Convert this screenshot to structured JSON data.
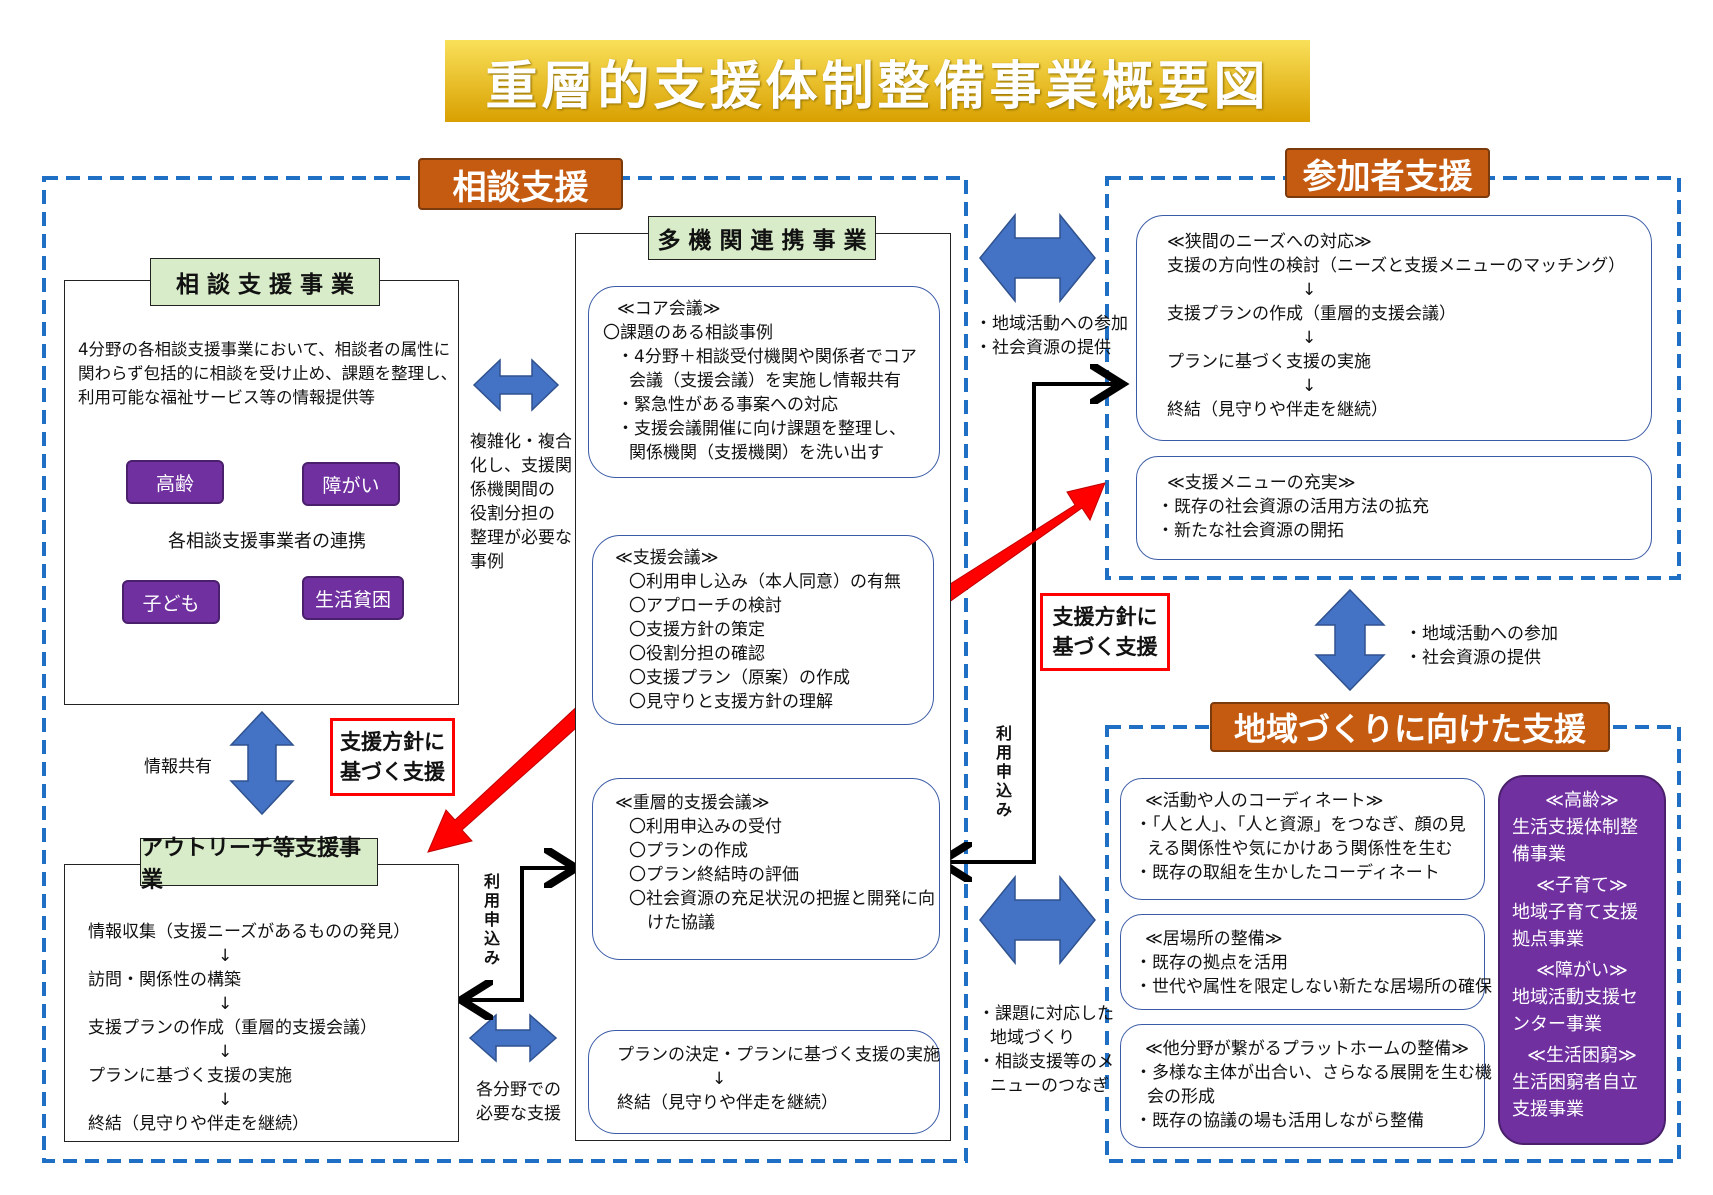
{
  "title": "重層的支援体制整備事業概要図",
  "sections": {
    "soudan": "相談支援",
    "sanka": "参加者支援",
    "chiiki": "地域づくりに向けた支援"
  },
  "soudan_jigyo": {
    "title": "相 談 支 援 事 業",
    "desc": [
      "4分野の各相談支援事業において、相談者の属性に",
      "関わらず包括的に相談を受け止め、課題を整理し、",
      "利用可能な福祉サービス等の情報提供等"
    ],
    "center": "各相談支援事業者の連携",
    "pills": [
      "高齢",
      "障がい",
      "子ども",
      "生活貧困"
    ]
  },
  "outreach": {
    "title": "アウトリーチ等支援事業",
    "steps": [
      "情報収集（支援ニーズがあるものの発見）",
      "↓",
      "訪問・関係性の構築",
      "↓",
      "支援プランの作成（重層的支援会議）",
      "↓",
      "プランに基づく支援の実施",
      "↓",
      "終結（見守りや伴走を継続）"
    ]
  },
  "takikan": {
    "title": "多 機 関 連 携 事 業",
    "core": [
      "≪コア会議≫",
      "〇課題のある相談事例",
      "・4分野＋相談受付機関や関係者でコア",
      "会議（支援会議）を実施し情報共有",
      "・緊急性がある事案への対応",
      "・支援会議開催に向け課題を整理し、",
      "関係機関（支援機関）を洗い出す"
    ],
    "shien_kaigi": [
      "≪支援会議≫",
      "〇利用申し込み（本人同意）の有無",
      "〇アプローチの検討",
      "〇支援方針の策定",
      "〇役割分担の確認",
      "〇支援プラン（原案）の作成",
      "〇見守りと支援方針の理解"
    ],
    "juso_kaigi": [
      "≪重層的支援会議≫",
      "〇利用申込みの受付",
      "〇プランの作成",
      "〇プラン終結時の評価",
      "〇社会資源の充足状況の把握と開発に向",
      "けた協議"
    ],
    "plan": [
      "プランの決定・プランに基づく支援の実施",
      "↓",
      "終結（見守りや伴走を継続）"
    ]
  },
  "sanka_boxes": {
    "niche": [
      "≪狭間のニーズへの対応≫",
      "支援の方向性の検討（ニーズと支援メニューのマッチング）",
      "↓",
      "支援プランの作成（重層的支援会議）",
      "↓",
      "プランに基づく支援の実施",
      "↓",
      "終結（見守りや伴走を継続）"
    ],
    "menu": [
      "≪支援メニューの充実≫",
      "・既存の社会資源の活用方法の拡充",
      "・新たな社会資源の開拓"
    ]
  },
  "chiiki_boxes": {
    "coordinate": [
      "≪活動や人のコーディネート≫",
      "・「人と人」、「人と資源」をつなぎ、顔の見",
      "える関係性や気にかけあう関係性を生む",
      "・既存の取組を生かしたコーディネート"
    ],
    "ibasho": [
      "≪居場所の整備≫",
      "・既存の拠点を活用",
      "・世代や属性を限定しない新たな居場所の確保"
    ],
    "platform": [
      "≪他分野が繋がるプラットホームの整備≫",
      "・多様な主体が出合い、さらなる展開を生む機",
      "会の形成",
      "・既存の協議の場も活用しながら整備"
    ],
    "purple": [
      "≪高齢≫",
      "生活支援体制整",
      "備事業",
      "≪子育て≫",
      "地域子育て支援",
      "拠点事業",
      "≪障がい≫",
      "地域活動支援セ",
      "ンター事業",
      "≪生活困窮≫",
      "生活困窮者自立",
      "支援事業"
    ]
  },
  "labels": {
    "fukuzatsu": [
      "複雑化・複合",
      "化し、支援関",
      "係機関間の",
      "役割分担の",
      "整理が必要な",
      "事例"
    ],
    "joho_kyoyu": "情報共有",
    "riyo_left": [
      "利",
      "用",
      "申",
      "込",
      "み"
    ],
    "riyo_right": [
      "利",
      "用",
      "申",
      "込",
      "み"
    ],
    "kakubunya": [
      "各分野での",
      "必要な支援"
    ],
    "red_label": [
      "支援方針に",
      "基づく支援"
    ],
    "top_mid": [
      "・地域活動への参加",
      "・社会資源の提供"
    ],
    "right_mid": [
      "・地域活動への参加",
      "・社会資源の提供"
    ],
    "bottom_mid": [
      "・課題に対応した",
      "地域づくり",
      "・相談支援等のメ",
      "ニューのつなぎ"
    ]
  },
  "colors": {
    "title_gradient": [
      "#f7d63a",
      "#e0a400"
    ],
    "orange": "#c55a11",
    "green": "#d8ecc9",
    "purple": "#7030a0",
    "blue_arrow": "#4472c4",
    "red": "#ff0000",
    "dash": "#1f6fc5"
  }
}
